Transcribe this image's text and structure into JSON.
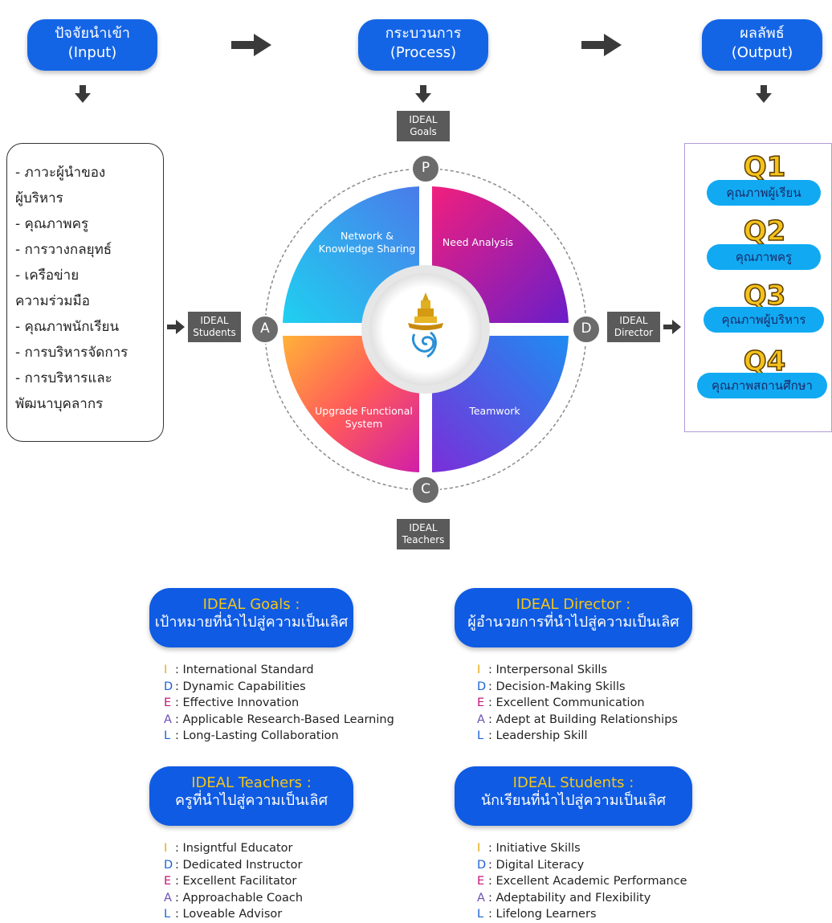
{
  "top": {
    "input": {
      "line1": "ปัจจัยนำเข้า",
      "line2": "(Input)"
    },
    "process": {
      "line1": "กระบวนการ",
      "line2": "(Process)"
    },
    "output": {
      "line1": "ผลลัพธ์",
      "line2": "(Output)"
    }
  },
  "inputs": [
    "- ภาวะผู้นำของ",
    "ผู้บริหาร",
    "- คุณภาพครู",
    "- การวางกลยุทธ์",
    "- เครือข่าย",
    "ความร่วมมือ",
    "- คุณภาพนักเรียน",
    "- การบริหารจัดการ",
    "- การบริหารและ",
    "พัฒนาบุคลากร"
  ],
  "cycle": {
    "nodes": {
      "p": "P",
      "a": "A",
      "c": "C",
      "d": "D"
    },
    "tags": {
      "goals": [
        "IDEAL",
        "Goals"
      ],
      "students": [
        "IDEAL",
        "Students"
      ],
      "teachers": [
        "IDEAL",
        "Teachers"
      ],
      "director": [
        "IDEAL",
        "Director"
      ]
    },
    "quadrants": {
      "top_left": [
        "Network &",
        "Knowledge Sharing"
      ],
      "top_right": [
        "Need Analysis"
      ],
      "bottom_left": [
        "Upgrade Functional",
        "System"
      ],
      "bottom_right": [
        "Teamwork"
      ]
    }
  },
  "outputs": [
    {
      "code": "Q1",
      "label": "คุณภาพผู้เรียน"
    },
    {
      "code": "Q2",
      "label": "คุณภาพครู"
    },
    {
      "code": "Q3",
      "label": "คุณภาพผู้บริหาร"
    },
    {
      "code": "Q4",
      "label": "คุณภาพสถานศึกษา"
    }
  ],
  "legend": {
    "goals": {
      "title": "IDEAL Goals",
      "colon": " :",
      "subtitle": "เป้าหมายที่นำไปสู่ความเป็นเลิศ",
      "items": [
        [
          "I",
          ": International Standard"
        ],
        [
          "D",
          ": Dynamic Capabilities"
        ],
        [
          "E",
          ": Effective Innovation"
        ],
        [
          "A",
          ": Applicable Research-Based Learning"
        ],
        [
          "L",
          ": Long-Lasting Collaboration"
        ]
      ]
    },
    "director": {
      "title": "IDEAL Director",
      "colon": " :",
      "subtitle": "ผู้อำนวยการที่นำไปสู่ความเป็นเลิศ",
      "items": [
        [
          "I",
          ": Interpersonal Skills"
        ],
        [
          "D",
          ": Decision-Making Skills"
        ],
        [
          "E",
          ": Excellent Communication"
        ],
        [
          "A",
          ": Adept at Building Relationships"
        ],
        [
          "L",
          ": Leadership Skill"
        ]
      ]
    },
    "teachers": {
      "title": "IDEAL Teachers",
      "colon": " :",
      "subtitle": "ครูที่นำไปสู่ความเป็นเลิศ",
      "items": [
        [
          "I",
          ": Insigntful Educator"
        ],
        [
          "D",
          ": Dedicated Instructor"
        ],
        [
          "E",
          ": Excellent Facilitator"
        ],
        [
          "A",
          ": Approachable Coach"
        ],
        [
          "L",
          ": Loveable Advisor"
        ]
      ]
    },
    "students": {
      "title": "IDEAL Students",
      "colon": " :",
      "subtitle": "นักเรียนที่นำไปสู่ความเป็นเลิศ",
      "items": [
        [
          "I",
          ": Initiative Skills"
        ],
        [
          "D",
          ": Digital Literacy"
        ],
        [
          "E",
          ": Excellent Academic Performance"
        ],
        [
          "A",
          ": Adeptability and Flexibility"
        ],
        [
          "L",
          ": Lifelong Learners"
        ]
      ]
    }
  },
  "colors": {
    "pill_blue": "#1465e6",
    "output_blue": "#11aaf2",
    "q_gold": "#f4c21a",
    "tag_gray": "#5a5a5a"
  }
}
